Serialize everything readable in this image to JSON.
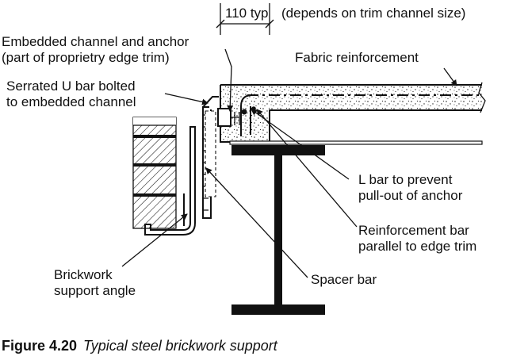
{
  "dimension": {
    "text_a": "110 typ",
    "text_b": "(depends on trim channel size)"
  },
  "labels": {
    "embedded_line1": "Embedded channel and anchor",
    "embedded_line2": "(part of proprietry edge trim)",
    "fabric": "Fabric reinforcement",
    "serrated_line1": "Serrated U bar bolted",
    "serrated_line2": "to embedded channel",
    "lbar_line1": "L bar to prevent",
    "lbar_line2": "pull-out of anchor",
    "reinf_line1": "Reinforcement bar",
    "reinf_line2": "parallel to edge trim",
    "brick_line1": "Brickwork",
    "brick_line2": "support angle",
    "spacer": "Spacer bar"
  },
  "caption": {
    "number": "Figure 4.20",
    "text": "Typical steel brickwork support"
  }
}
